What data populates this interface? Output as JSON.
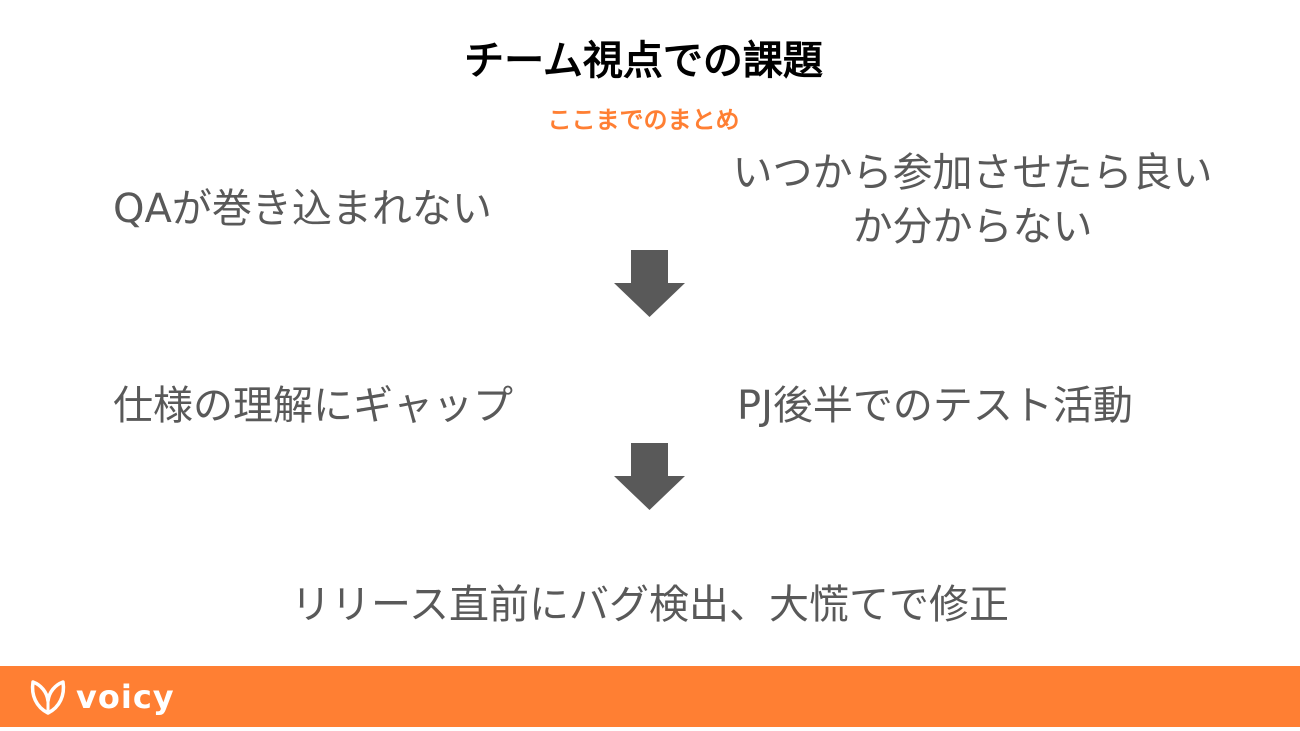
{
  "slide": {
    "title": "チーム視点での課題",
    "subtitle": "ここまでのまとめ",
    "items": [
      "QAが巻き込まれない",
      "いつから参加させたら良いか分からない",
      "仕様の理解にギャップ",
      "PJ後半でのテスト活動",
      "リリース直前にバグ検出、大慌てで修正"
    ]
  },
  "footer": {
    "brand": "voicy"
  },
  "colors": {
    "accent": "#FF7F33",
    "text": "#595959",
    "arrow": "#595959"
  }
}
